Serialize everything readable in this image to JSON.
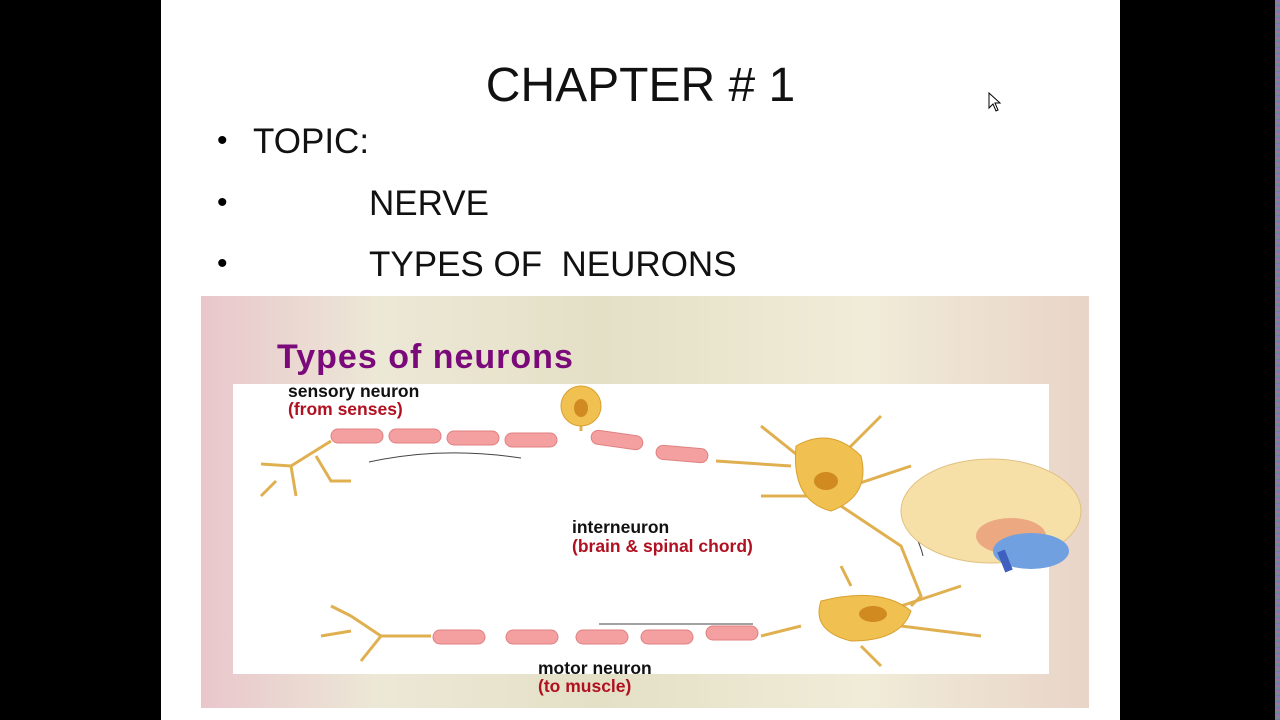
{
  "slide": {
    "title": "CHAPTER # 1",
    "bullets": [
      "TOPIC:",
      "NERVE",
      "TYPES OF  NEURONS"
    ]
  },
  "figure": {
    "title": "Types of neurons",
    "sensory": {
      "name": "sensory neuron",
      "desc": "(from senses)"
    },
    "inter": {
      "name": "interneuron",
      "desc": "(brain & spinal chord)"
    },
    "motor": {
      "name": "motor neuron",
      "desc": "(to muscle)"
    }
  },
  "colors": {
    "figure_title": "#7a0a7a",
    "desc": "#b01020",
    "axon": "#f4a0a0",
    "cell": "#f0c050"
  }
}
